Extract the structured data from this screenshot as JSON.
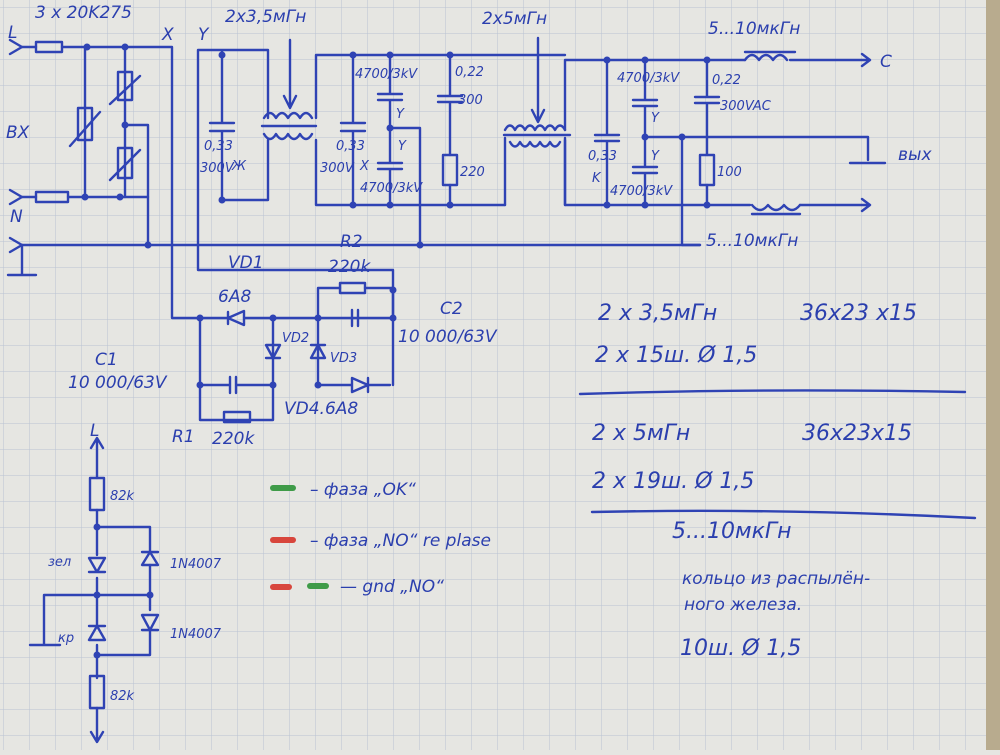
{
  "colors": {
    "ink": "#2f43b4",
    "paper": "#e6e6e2",
    "grid": "#b9c3d3",
    "green": "#3f9b48",
    "red": "#d8463c"
  },
  "schematic": {
    "varistors": "3 x 20K275",
    "input_L": "L",
    "input_label": "BX",
    "input_N": "N",
    "node_x": "X",
    "node_y": "Y",
    "choke1": "2x3,5мГн",
    "c1_a": "0,33",
    "c1_b": "300V",
    "c1_c": "Ж",
    "c2_a": "0,33",
    "c2_b": "300V",
    "c2_c": "X",
    "cy1": "4700/3kV",
    "cy2": "4700/3kV",
    "y_mark": "Y",
    "c022": "0,22",
    "c022_v": "300",
    "r220": "220",
    "choke2": "2x5мГн",
    "c3_a": "0,33",
    "c3_b": "K",
    "cy3": "4700/3kV",
    "cy4": "4700/3kV",
    "c022b": "0,22",
    "c022b_v": "300VAC",
    "r100": "100",
    "choke3_top": "5...10мкГн",
    "choke3_bot": "5...10мкГн",
    "out_c": "C",
    "out_label": "вых",
    "r2": "R2",
    "r2_val": "220k",
    "vd1": "VD1",
    "vd1_val": "6A8",
    "vd2": "VD2",
    "vd3": "VD3",
    "vd4": "VD4.6A8",
    "c2": "C2",
    "c2_val": "10 000/63V",
    "c1": "C1",
    "c1_val": "10 000/63V",
    "r1": "R1",
    "r1_val": "220k"
  },
  "indicator": {
    "top": "L",
    "r_top": "82k",
    "led_green": "зел",
    "led_red": "кр",
    "diode1": "1N4007",
    "diode2": "1N4007",
    "r_bot": "82k"
  },
  "legend": [
    {
      "text": "– фаза „OK“"
    },
    {
      "text": "– фаза „NO“ re plase"
    },
    {
      "text": "— gnd „NO“"
    }
  ],
  "notes": {
    "choke1_spec": "2 x 3,5мГн",
    "choke1_core": "36x23 x15",
    "choke1_wind": "2 x 15ш. Ø 1,5",
    "choke2_spec": "2 x 5мГн",
    "choke2_core": "36x23x15",
    "choke2_wind": "2 x 19ш. Ø 1,5",
    "choke3_spec": "5...10мкГн",
    "choke3_core_1": "кольцо из распылён-",
    "choke3_core_2": "ного железа.",
    "choke3_wind": "10ш. Ø 1,5"
  }
}
